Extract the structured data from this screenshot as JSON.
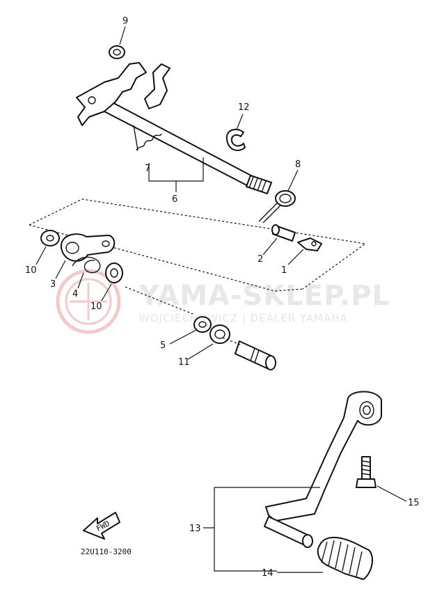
{
  "watermark": {
    "title": "YAMA-SKLEP.PL",
    "subtitle": "WOJCIECHOWICZ | DEALER YAMAHA"
  },
  "callouts": {
    "c1": "1",
    "c2": "2",
    "c3": "3",
    "c4": "4",
    "c5": "5",
    "c6": "6",
    "c7": "7",
    "c8": "8",
    "c9": "9",
    "c10a": "10",
    "c10b": "10",
    "c11": "11",
    "c12": "12",
    "c13": "13",
    "c14": "14",
    "c15": "15"
  },
  "fwd_arrow": {
    "label": "FWD"
  },
  "diagram_code": "22U110-3200"
}
